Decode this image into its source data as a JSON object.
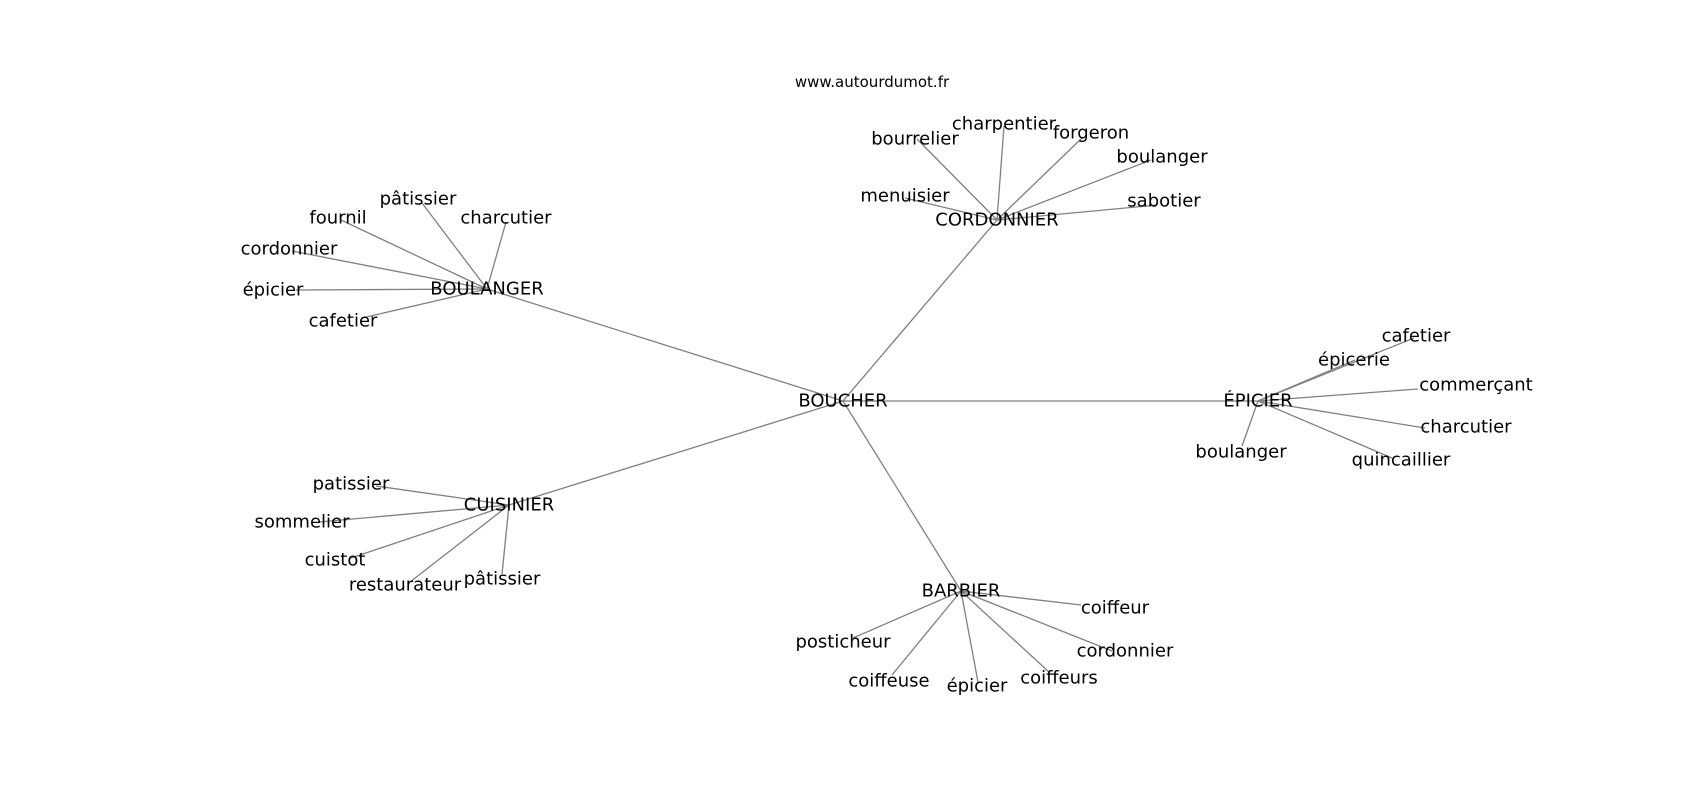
{
  "header": {
    "site": "www.autourdumot.fr"
  },
  "graph": {
    "center": "BOUCHER",
    "hubs": [
      {
        "id": "cordonnier",
        "label": "CORDONNIER",
        "leaves": [
          "bourrelier",
          "charpentier",
          "forgeron",
          "boulanger",
          "menuisier",
          "sabotier"
        ]
      },
      {
        "id": "boulanger",
        "label": "BOULANGER",
        "leaves": [
          "pâtissier",
          "fournil",
          "charcutier",
          "cordonnier",
          "épicier",
          "cafetier"
        ]
      },
      {
        "id": "epicier",
        "label": "ÉPICIER",
        "leaves": [
          "cafetier",
          "épicerie",
          "commerçant",
          "charcutier",
          "boulanger",
          "quincaillier"
        ]
      },
      {
        "id": "cuisinier",
        "label": "CUISINIER",
        "leaves": [
          "patissier",
          "sommelier",
          "cuistot",
          "restaurateur",
          "pâtissier"
        ]
      },
      {
        "id": "barbier",
        "label": "BARBIER",
        "leaves": [
          "coiffeur",
          "posticheur",
          "cordonnier",
          "coiffeuse",
          "épicier",
          "coiffeurs"
        ]
      }
    ]
  }
}
